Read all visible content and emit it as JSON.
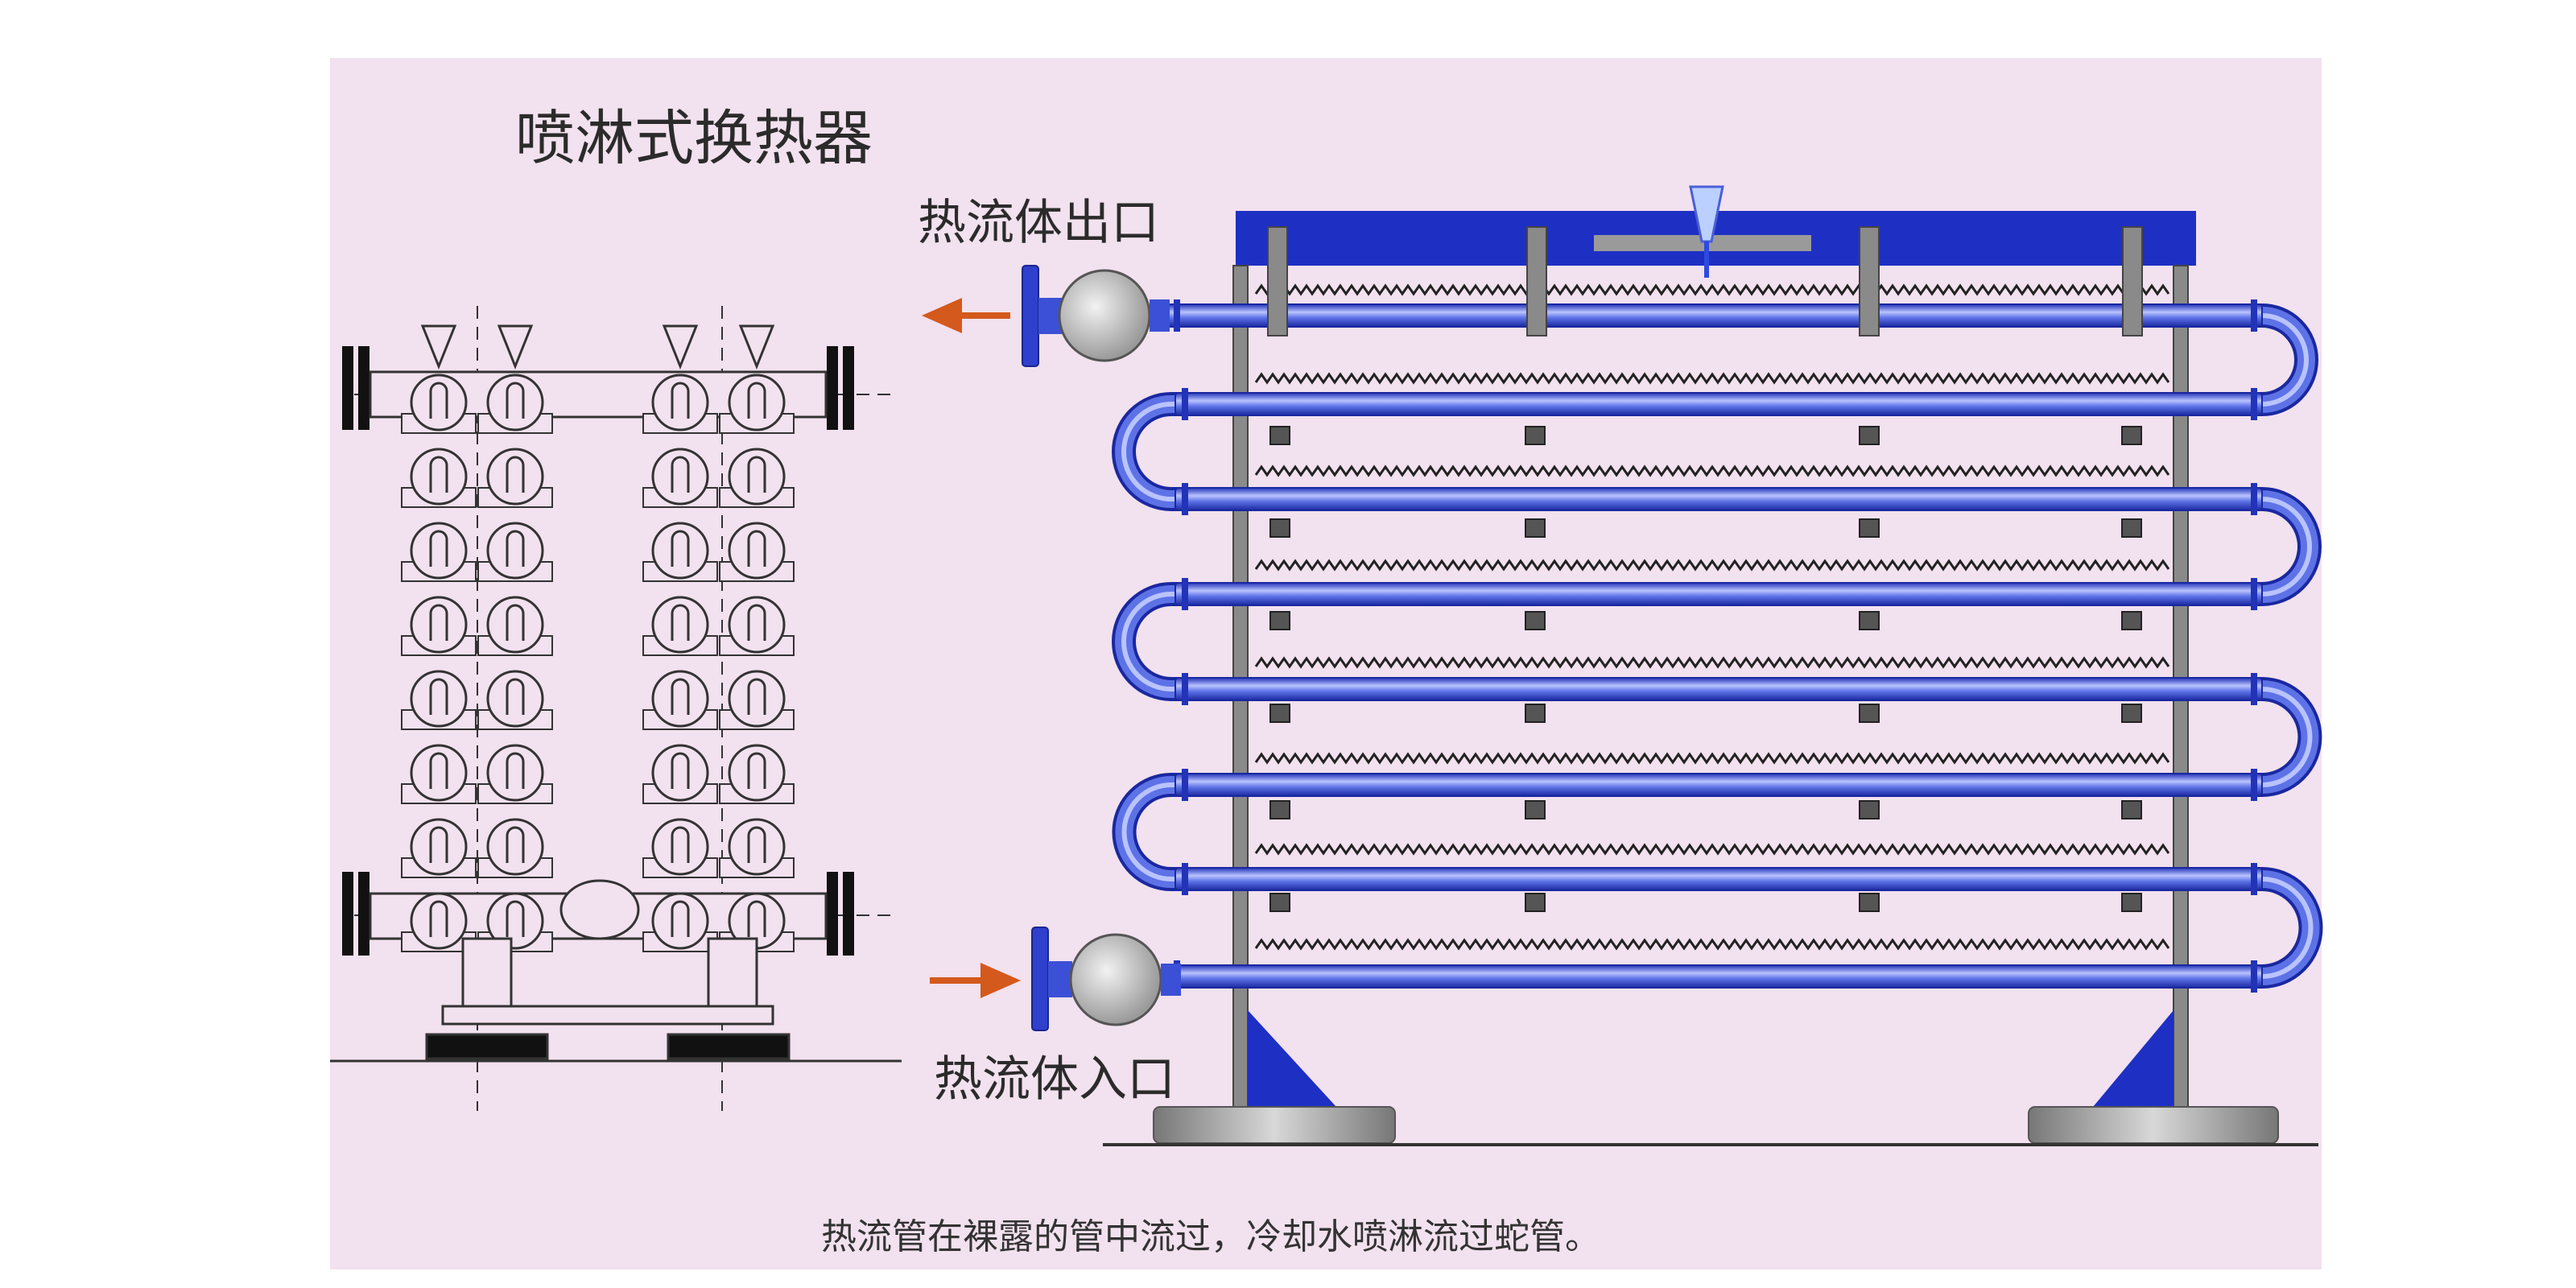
{
  "title": "喷淋式换热器",
  "labels": {
    "outlet": "热流体出口",
    "inlet": "热流体入口"
  },
  "caption": "热流管在裸露的管中流过，冷却水喷淋流过蛇管。",
  "colors": {
    "background": "#f2e1ee",
    "pipe": "#3b50d6",
    "pipe_highlight": "#b9c3ff",
    "frame": "#1e2fc4",
    "arrow": "#d4591c",
    "line_drawing": "#333333"
  },
  "icons": [
    "flow-arrow-left-icon",
    "flow-arrow-right-icon",
    "flange-icon",
    "spray-nozzle-icon"
  ]
}
